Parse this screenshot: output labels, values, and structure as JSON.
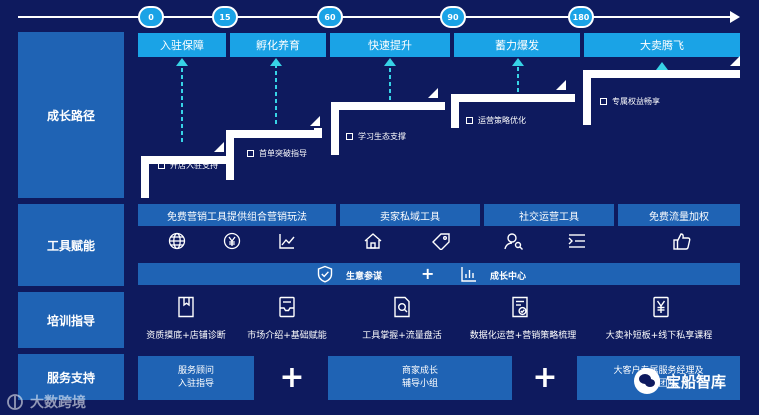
{
  "timeline": {
    "points": [
      "0",
      "15",
      "60",
      "90",
      "180"
    ]
  },
  "rows": {
    "growth": "成长路径",
    "tools": "工具赋能",
    "training": "培训指导",
    "service": "服务支持"
  },
  "stages": [
    "入驻保障",
    "孵化养育",
    "快速提升",
    "蓄力爆发",
    "大卖腾飞"
  ],
  "steps": [
    "开店入驻支持",
    "首单突破指导",
    "学习生态支撑",
    "运营策略优化",
    "专属权益畅享"
  ],
  "tools": {
    "categories": [
      "免费营销工具提供组合营销玩法",
      "卖家私域工具",
      "社交运营工具",
      "免费流量加权"
    ],
    "icons": [
      "globe-icon",
      "yen-icon",
      "chart-icon",
      "home-icon",
      "tag-icon",
      "user-search-icon",
      "list-icon",
      "thumbs-up-icon"
    ],
    "bar_left": "生意参谋",
    "bar_plus": "+",
    "bar_right": "成长中心"
  },
  "training": [
    "资质摸底+店铺诊断",
    "市场介绍+基础赋能",
    "工具掌握+流量盘活",
    "数据化运营+营销策略梳理",
    "大卖补短板+线下私享课程"
  ],
  "service": {
    "box1": [
      "服务顾问",
      "入驻指导"
    ],
    "box2": [
      "商家成长",
      "辅导小组"
    ],
    "box3": [
      "大客户专属服务经理及",
      "顾问团队"
    ],
    "plus": "+"
  },
  "watermarks": {
    "left": "大数跨境",
    "right": "宝船智库"
  },
  "colors": {
    "background": "#0e1a5e",
    "row_label": "#1f63b4",
    "accent": "#1aa3e6",
    "arrow": "#37d3e6"
  }
}
